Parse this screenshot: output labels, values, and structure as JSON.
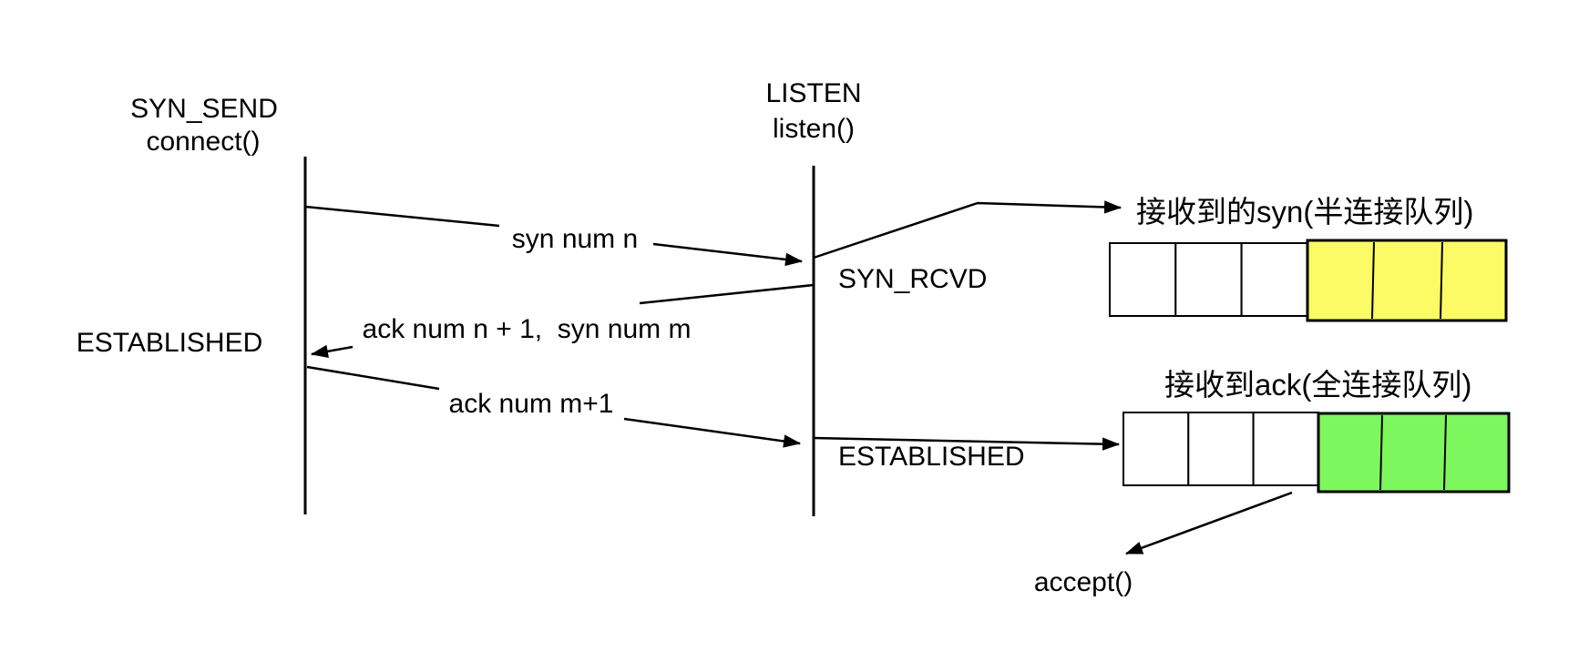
{
  "diagram": {
    "title_implicit": "TCP three-way handshake with SYN queue and accept queue",
    "client": {
      "state_initial": "SYN_SEND",
      "syscall": "connect()",
      "state_final": "ESTABLISHED"
    },
    "server": {
      "state_initial": "LISTEN",
      "syscall": "listen()",
      "state_mid": "SYN_RCVD",
      "state_final": "ESTABLISHED",
      "accept_syscall": "accept()"
    },
    "messages": {
      "syn": "syn num n",
      "syn_ack": "ack num n + 1,  syn num m",
      "ack": "ack num m+1"
    },
    "queues": {
      "half": {
        "label": "接收到的syn(半连接队列)",
        "empty_cells": 3,
        "filled_cells": 3,
        "fill_color": "#FCFB66"
      },
      "full": {
        "label": "接收到ack(全连接队列)",
        "empty_cells": 3,
        "filled_cells": 3,
        "fill_color": "#7DF75E"
      }
    },
    "colors": {
      "line": "#000000",
      "background": "#FFFFFF",
      "half_queue_fill": "#FCFB66",
      "full_queue_fill": "#7DF75E"
    }
  }
}
